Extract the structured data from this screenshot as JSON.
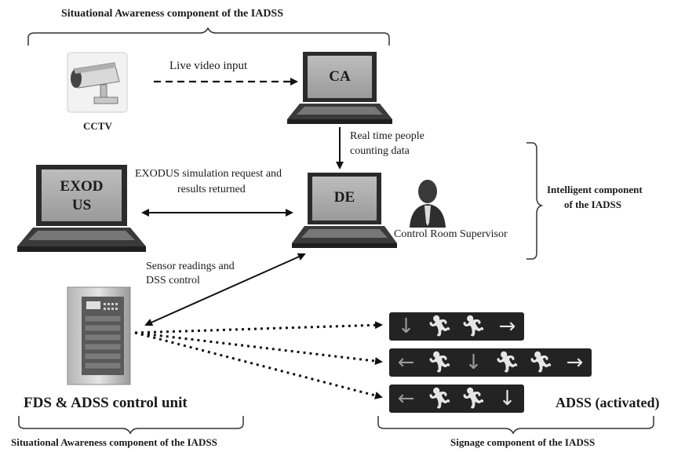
{
  "top_title": "Situational Awareness component of the IADSS",
  "bottom_left_title": "Situational Awareness component of the IADSS",
  "bottom_right_title": "Signage component of the IADSS",
  "intelligent_title_line1": "Intelligent component",
  "intelligent_title_line2": "of the IADSS",
  "cctv_label": "CCTV",
  "live_video_label": "Live video input",
  "ca_label": "CA",
  "realtime_line1": "Real time people",
  "realtime_line2": "counting data",
  "exodus_request_line1": "EXODUS  simulation request and",
  "exodus_request_line2": "results returned",
  "exodus_screen_line1": "EXOD",
  "exodus_screen_line2": "US",
  "de_label": "DE",
  "supervisor_label": "Control Room Supervisor",
  "sensor_line1": "Sensor readings and",
  "sensor_line2": "DSS control",
  "fds_label": "FDS & ADSS control unit",
  "adss_label": "ADSS (activated)",
  "signs": [
    {
      "tiles": [
        "down-arrow-icon",
        "running-man-icon",
        "running-man-icon",
        "right-arrow-icon"
      ]
    },
    {
      "tiles": [
        "left-arrow-icon",
        "running-man-icon",
        "down-arrow-icon",
        "running-man-icon",
        "running-man-icon",
        "right-arrow-icon"
      ]
    },
    {
      "tiles": [
        "left-arrow-icon",
        "running-man-icon",
        "running-man-icon",
        "down-arrow-icon"
      ]
    }
  ],
  "colors": {
    "line": "#111111",
    "sign_bg": "#232323",
    "panel": "#5a5a5a"
  }
}
